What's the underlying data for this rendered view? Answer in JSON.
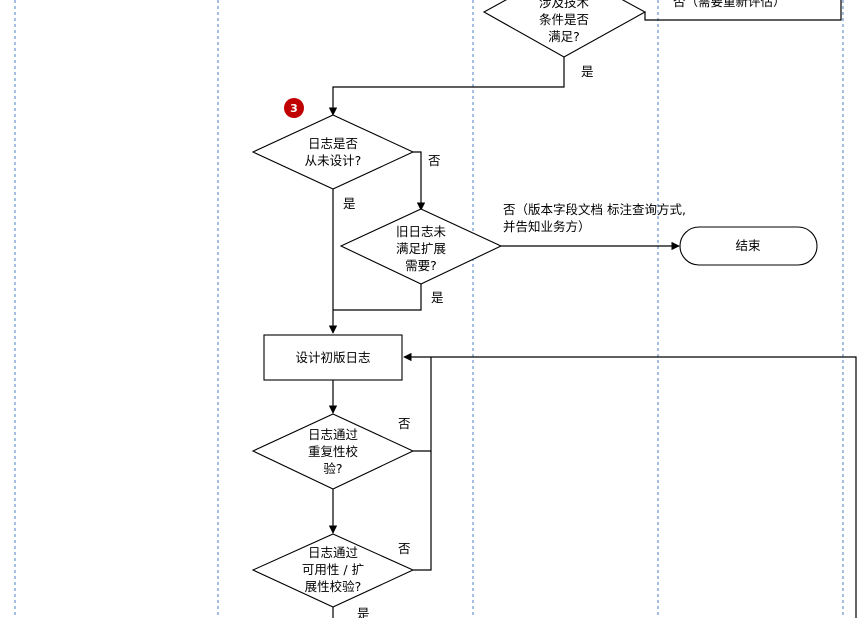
{
  "diagram": {
    "badge": "3",
    "nodes": {
      "tech_condition": [
        "涉及技术",
        "条件是否",
        "满足?"
      ],
      "log_never_designed": [
        "日志是否",
        "从未设计?"
      ],
      "old_log_insufficient": [
        "旧日志未",
        "满足扩展",
        "需要?"
      ],
      "end": "结束",
      "design_initial_log": "设计初版日志",
      "repeatability_check": [
        "日志通过",
        "重复性校",
        "验?"
      ],
      "usability_check": [
        "日志通过",
        "可用性 / 扩",
        "展性校验?"
      ]
    },
    "labels": {
      "no_reassess": "否（需要重新评估）",
      "yes_1": "是",
      "no_1": "否",
      "yes_2": "是",
      "no_version_line1": "否（版本字段文档 标注查询方式,",
      "no_version_line2": "并告知业务方）",
      "yes_3": "是",
      "no_2": "否",
      "no_3": "否",
      "yes_4": "是"
    }
  },
  "colors": {
    "lane": "#4a7fc1",
    "badge": "#c00000",
    "line": "#000000"
  }
}
